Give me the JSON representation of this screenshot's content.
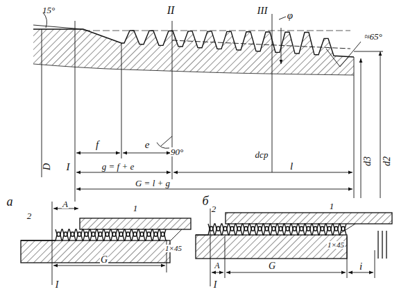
{
  "diagram": {
    "labels": [
      "15°",
      "II",
      "III",
      "φ",
      "≈65°",
      "D",
      "f",
      "e",
      "90°",
      "dср",
      "g = f + e",
      "l",
      "d3",
      "d2",
      "G = l + g",
      "I",
      "a",
      "2",
      "1",
      "A",
      "G",
      "1×45",
      "I",
      "б",
      "2",
      "1",
      "A",
      "G",
      "1×45",
      "i",
      "I"
    ]
  }
}
